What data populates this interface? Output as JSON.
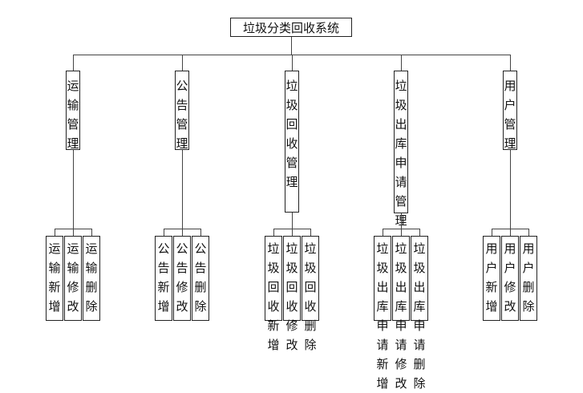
{
  "root": "垃圾分类回收系统",
  "modules": [
    {
      "label": "运输管理",
      "children": [
        "运输新增",
        "运输修改",
        "运输删除"
      ]
    },
    {
      "label": "公告管理",
      "children": [
        "公告新增",
        "公告修改",
        "公告删除"
      ]
    },
    {
      "label": "垃圾回收管理",
      "children": [
        "垃圾回收新增",
        "垃圾回收修改",
        "垃圾回收删除"
      ]
    },
    {
      "label": "垃圾出库申请管理",
      "children": [
        "垃圾出库申请新增",
        "垃圾出库申请修改",
        "垃圾出库申请删除"
      ]
    },
    {
      "label": "用户管理",
      "children": [
        "用户新增",
        "用户修改",
        "用户删除"
      ]
    }
  ]
}
